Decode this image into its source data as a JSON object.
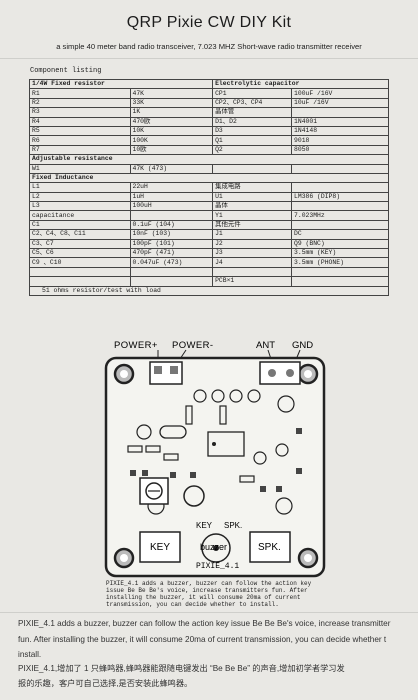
{
  "title": "QRP Pixie CW DIY Kit",
  "subtitle": "a simple 40 meter band radio transceiver, 7.023 MHZ Short-wave radio transmitter receiver",
  "component_listing": "Component listing",
  "table": {
    "rows": [
      {
        "type": "header",
        "l1": "1/4W Fixed resistor",
        "r1": "Electrolytic capacitor"
      },
      {
        "l1": "R1",
        "l2": "47K",
        "r1": "CP1",
        "r2": "100uF /16V"
      },
      {
        "l1": "R2",
        "l2": "33K",
        "r1": "CP2、CP3、CP4",
        "r2": "10uF /16V"
      },
      {
        "l1": "R3",
        "l2": "1K",
        "r1": "晶体管",
        "r2": ""
      },
      {
        "l1": "R4",
        "l2": "470欧",
        "r1": "D1、D2",
        "r2": "1N4001"
      },
      {
        "l1": "R5",
        "l2": "10K",
        "r1": "D3",
        "r2": "1N4148"
      },
      {
        "l1": "R6",
        "l2": "100K",
        "r1": "Q1",
        "r2": "9018"
      },
      {
        "l1": "R7",
        "l2": "10欧",
        "r1": "Q2",
        "r2": "8050"
      },
      {
        "type": "span",
        "text": "Adjustable resistance"
      },
      {
        "l1": "W1",
        "l2": "47K (473)",
        "r1": "",
        "r2": ""
      },
      {
        "type": "span",
        "text": "Fixed Inductance"
      },
      {
        "l1": "L1",
        "l2": "22uH",
        "r1": "集成电路",
        "r2": ""
      },
      {
        "l1": "L2",
        "l2": "1uH",
        "r1": "U1",
        "r2": "LM386 (DIP8)"
      },
      {
        "l1": "L3",
        "l2": "100uH",
        "r1": "晶体",
        "r2": ""
      },
      {
        "l1": "capacitance",
        "l2": "",
        "r1": "Y1",
        "r2": "7.023MHz"
      },
      {
        "l1": "C1",
        "l2": "0.1uF (104)",
        "r1": "其他元件",
        "r2": ""
      },
      {
        "l1": "C2、C4、C8、C11",
        "l2": "10nF (103)",
        "r1": "J1",
        "r2": "DC"
      },
      {
        "l1": "C3、C7",
        "l2": "100pF (101)",
        "r1": "J2",
        "r2": "Q9 (BNC)"
      },
      {
        "l1": "C5、C6",
        "l2": "470pF (471)",
        "r1": "J3",
        "r2": "3.5mm (KEY)"
      },
      {
        "l1": "C9 、C10",
        "l2": "0.047uF (473)",
        "r1": "J4",
        "r2": "3.5mm (PHONE)"
      },
      {
        "l1": "",
        "l2": "",
        "r1": "",
        "r2": ""
      },
      {
        "l1": "",
        "l2": "",
        "r1": "PCB×1",
        "r2": ""
      },
      {
        "type": "span",
        "text": "51 ohms resistor/test with load"
      }
    ]
  },
  "board": {
    "power_plus": "POWER+",
    "power_minus": "POWER-",
    "ant": "ANT",
    "gnd": "GND",
    "key": "KEY",
    "spk": "SPK.",
    "key_big": "KEY",
    "spk_big": "SPK.",
    "buzzer": "buzzer",
    "pixie": "PIXIE_4.1"
  },
  "caption": [
    "PIXIE_4.1 adds a buzzer, buzzer can follow the action key",
    "issue Be Be Be's voice, increase transmitters fun. After",
    "installing the buzzer, it will consume 20ma of current",
    "transmission, you can decide whether to install."
  ],
  "paragraphs": [
    "PIXIE_4.1 adds a buzzer, buzzer can follow the action key issue Be Be Be's voice, increase transmitter",
    "fun. After installing the buzzer, it will consume 20ma of current transmission, you can decide whether t",
    "install.",
    "PIXIE_4.1,增加了 1 只蜂鸣器,蜂鸣器能跟随电键发出 “Be Be Be” 的声音,增加初学者学习发",
    "报的乐趣，客户可自己选择,是否安装此蜂鸣器。"
  ]
}
